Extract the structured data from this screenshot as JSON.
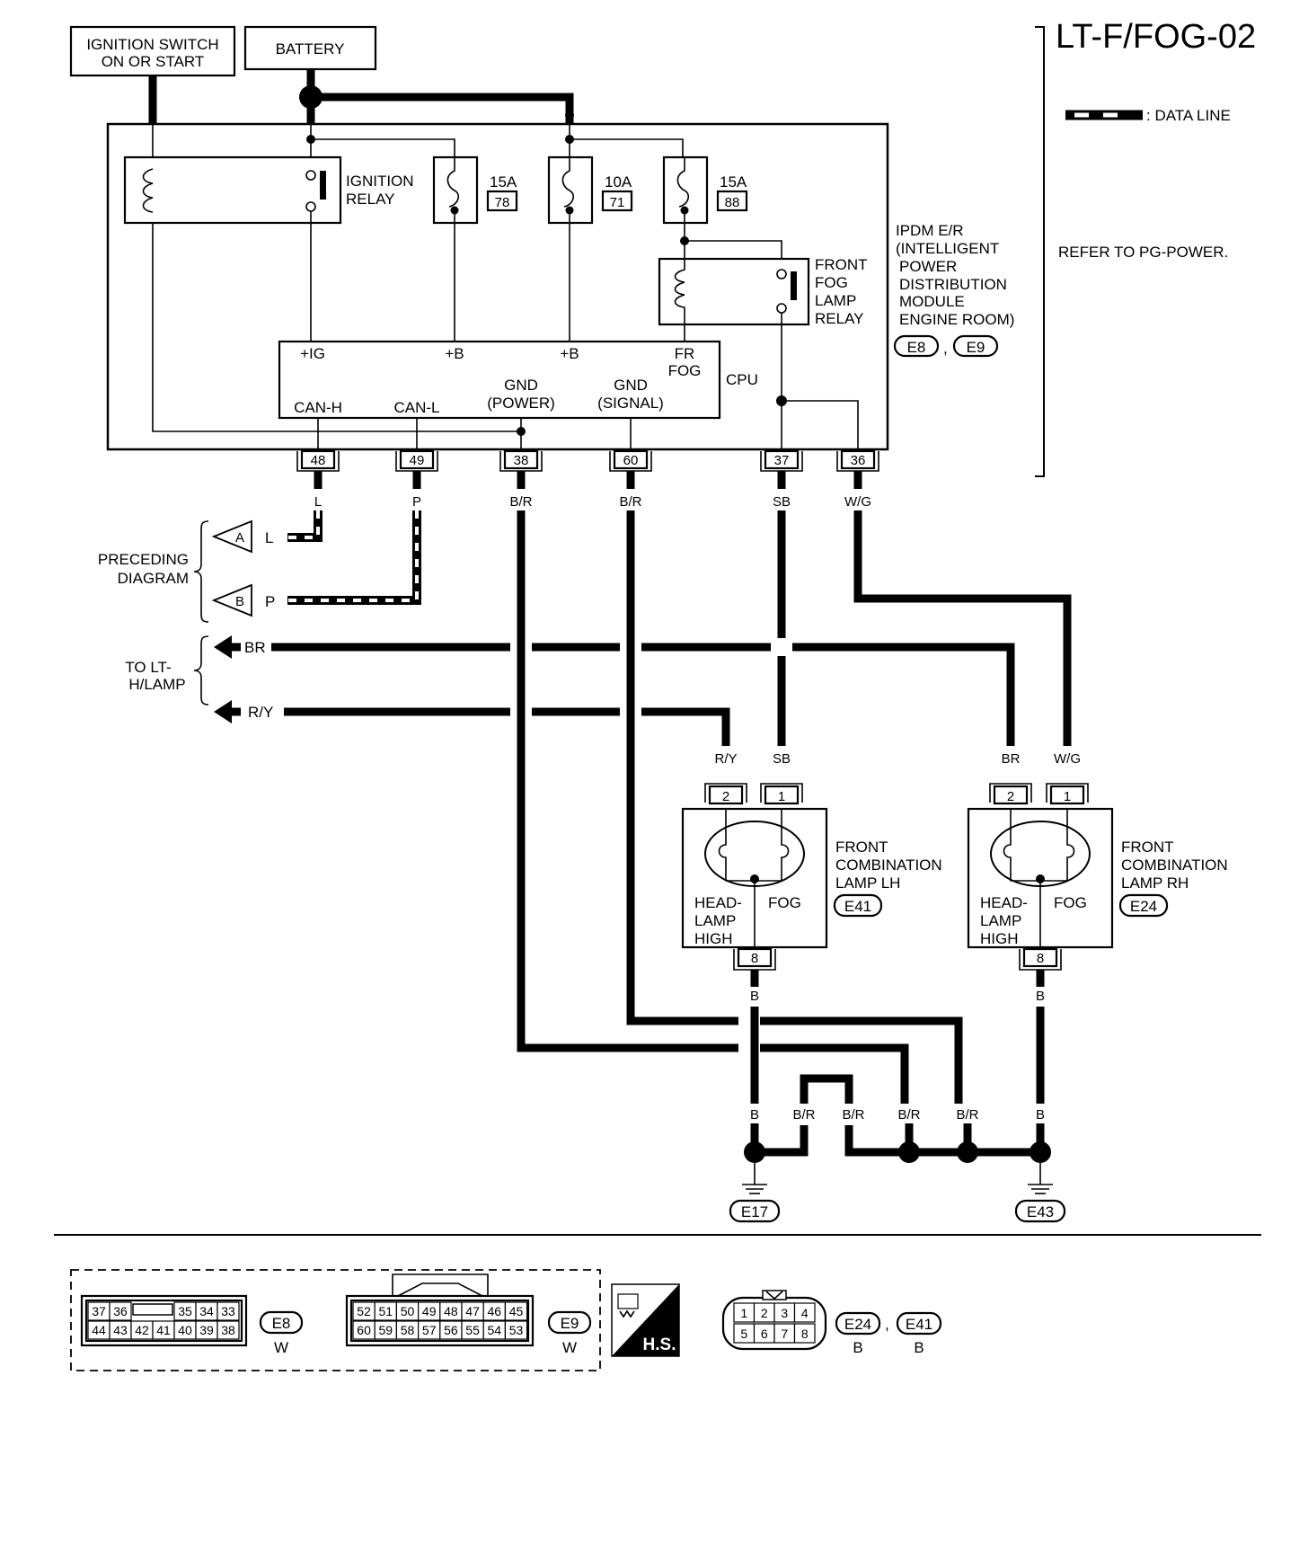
{
  "diagram_code": "LT-F/FOG-02",
  "legend": {
    "data_line": ": DATA LINE"
  },
  "power": {
    "ignition_switch": [
      "IGNITION SWITCH",
      "ON OR START"
    ],
    "battery": "BATTERY"
  },
  "ipdm": {
    "ignition_relay": [
      "IGNITION",
      "RELAY"
    ],
    "fuses": [
      {
        "amp": "15A",
        "num": "78"
      },
      {
        "amp": "10A",
        "num": "71"
      },
      {
        "amp": "15A",
        "num": "88"
      }
    ],
    "fog_relay": [
      "FRONT",
      "FOG",
      "LAMP",
      "RELAY"
    ],
    "name": [
      "IPDM E/R",
      "(INTELLIGENT",
      "POWER",
      "DISTRIBUTION",
      "MODULE",
      "ENGINE ROOM)"
    ],
    "connectors": [
      "E8",
      "E9"
    ],
    "refer": "REFER TO PG-POWER.",
    "cpu": {
      "label": "CPU",
      "ig": "+IG",
      "b1": "+B",
      "b2": "+B",
      "frfog": [
        "FR",
        "FOG"
      ],
      "canh": "CAN-H",
      "canl": "CAN-L",
      "gnd_power": [
        "GND",
        "(POWER)"
      ],
      "gnd_signal": [
        "GND",
        "(SIGNAL)"
      ]
    },
    "pins": [
      {
        "num": "48",
        "wire": "L"
      },
      {
        "num": "49",
        "wire": "P"
      },
      {
        "num": "38",
        "wire": "B/R"
      },
      {
        "num": "60",
        "wire": "B/R"
      },
      {
        "num": "37",
        "wire": "SB"
      },
      {
        "num": "36",
        "wire": "W/G"
      }
    ]
  },
  "preceding": {
    "label": [
      "PRECEDING",
      "DIAGRAM"
    ],
    "a": {
      "letter": "A",
      "wire": "L"
    },
    "b": {
      "letter": "B",
      "wire": "P"
    }
  },
  "to_hlamp": {
    "label": [
      "TO LT-",
      "H/LAMP"
    ],
    "br": "BR",
    "ry": "R/Y"
  },
  "lamp_lh": {
    "name": [
      "FRONT",
      "COMBINATION",
      "LAMP LH"
    ],
    "connector": "E41",
    "wires": [
      "R/Y",
      "SB"
    ],
    "pins": [
      "2",
      "1"
    ],
    "ground_pin": "8",
    "ground_wire": "B",
    "head": [
      "HEAD-",
      "LAMP",
      "HIGH"
    ],
    "fog": "FOG"
  },
  "lamp_rh": {
    "name": [
      "FRONT",
      "COMBINATION",
      "LAMP RH"
    ],
    "connector": "E24",
    "wires": [
      "BR",
      "W/G"
    ],
    "pins": [
      "2",
      "1"
    ],
    "ground_pin": "8",
    "ground_wire": "B",
    "head": [
      "HEAD-",
      "LAMP",
      "HIGH"
    ],
    "fog": "FOG"
  },
  "grounds": {
    "wires": [
      "B",
      "B/R",
      "B/R",
      "B/R",
      "B/R",
      "B"
    ],
    "e17": "E17",
    "e43": "E43"
  },
  "connector_views": {
    "e8": {
      "id": "E8",
      "color": "W",
      "top": [
        "37",
        "36",
        "",
        "35",
        "34",
        "33"
      ],
      "bottom": [
        "44",
        "43",
        "42",
        "41",
        "40",
        "39",
        "38"
      ]
    },
    "e9": {
      "id": "E9",
      "color": "W",
      "top": [
        "52",
        "51",
        "50",
        "49",
        "48",
        "47",
        "46",
        "45"
      ],
      "bottom": [
        "60",
        "59",
        "58",
        "57",
        "56",
        "55",
        "54",
        "53"
      ]
    },
    "hs": "H.S.",
    "e24": {
      "id": "E24",
      "color": "B"
    },
    "e41": {
      "id": "E41",
      "color": "B"
    },
    "lamp_pins_top": [
      "1",
      "2",
      "3",
      "4"
    ],
    "lamp_pins_bottom": [
      "5",
      "6",
      "7",
      "8"
    ]
  }
}
